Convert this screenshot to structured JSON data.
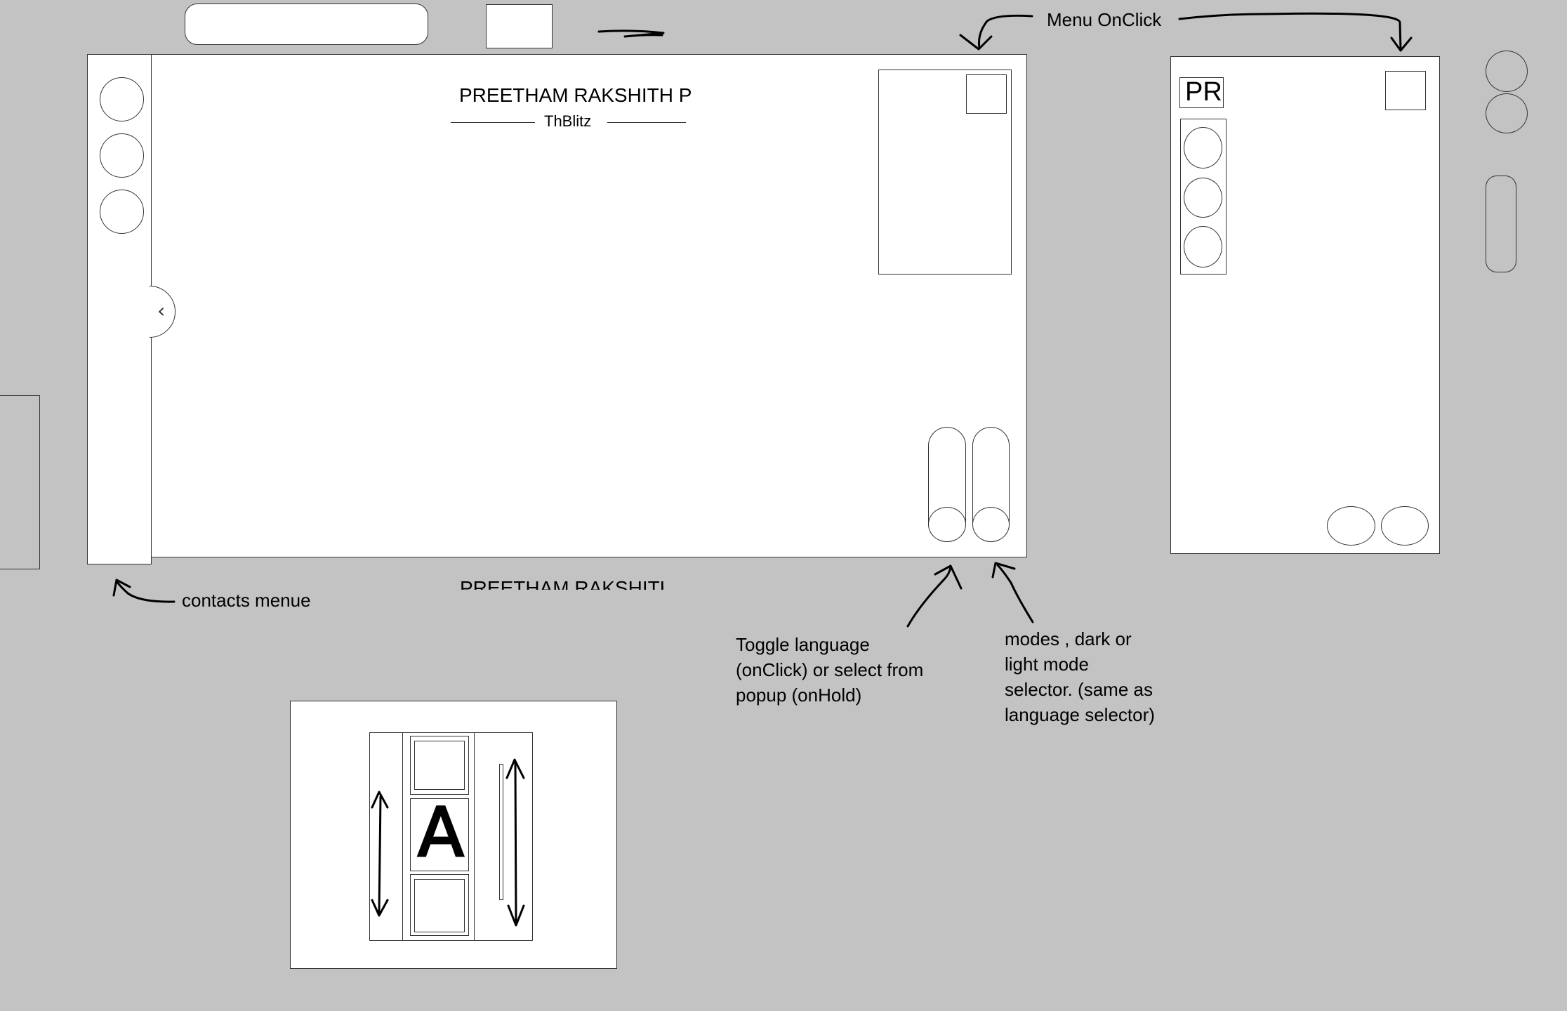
{
  "annotations": {
    "menu_onclick": "Menu OnClick",
    "contacts_menu": "contacts menue",
    "toggle_language_line1": "Toggle language",
    "toggle_language_line2": "(onClick) or select from",
    "toggle_language_line3": "popup (onHold)",
    "modes_line1": "modes , dark or",
    "modes_line2": "light mode",
    "modes_line3": "selector. (same as",
    "modes_line4": "language selector)"
  },
  "main_frame": {
    "name": "PREETHAM RAKSHITH P",
    "handle": "ThBlitz",
    "faded_name": "PREETHAM RAKSHITH",
    "collapse_glyph": "‹"
  },
  "mobile_frame": {
    "logo": "PR"
  },
  "scroll_picker": {
    "letter": "A"
  },
  "colors": {
    "background": "#c3c3c3",
    "frame_fill": "#ffffff",
    "stroke": "#333333"
  }
}
